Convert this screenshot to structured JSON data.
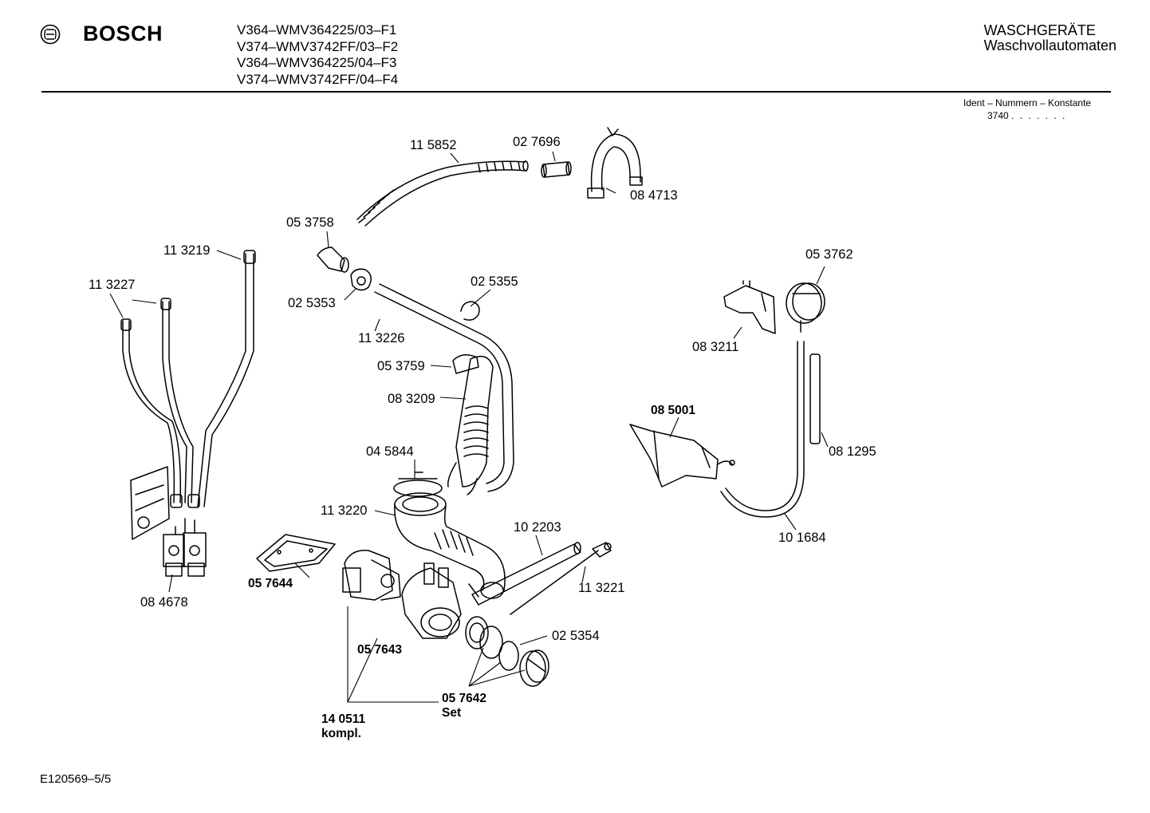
{
  "header": {
    "brand": "BOSCH",
    "models": [
      "V364–WMV364225/03–F1",
      "V374–WMV3742FF/03–F2",
      "V364–WMV364225/04–F3",
      "V374–WMV3742FF/04–F4"
    ],
    "category": "WASCHGERÄTE",
    "subcategory": "Waschvollautomaten",
    "ident_label": "Ident – Nummern – Konstante",
    "ident_value": "3740",
    "ident_dots": ". . . . . . ."
  },
  "parts": {
    "p115852": "11 5852",
    "p027696": "02 7696",
    "p084713": "08 4713",
    "p053758": "05 3758",
    "p113219": "11 3219",
    "p113227": "11 3227",
    "p025353": "02 5353",
    "p025355": "02 5355",
    "p113226": "11 3226",
    "p053759": "05 3759",
    "p083209": "08 3209",
    "p045844": "04 5844",
    "p113220": "11 3220",
    "p102203": "10 2203",
    "p113221": "11 3221",
    "p057644": "05 7644",
    "p084678": "08 4678",
    "p057643": "05 7643",
    "p025354": "02 5354",
    "p057642": "05 7642",
    "p057642_sub": "Set",
    "p140511": "14 0511",
    "p140511_sub": "kompl.",
    "p053762": "05 3762",
    "p083211": "08 3211",
    "p085001": "08 5001",
    "p081295": "08 1295",
    "p101684": "10 1684"
  },
  "footer": {
    "code": "E120569–5/5"
  }
}
